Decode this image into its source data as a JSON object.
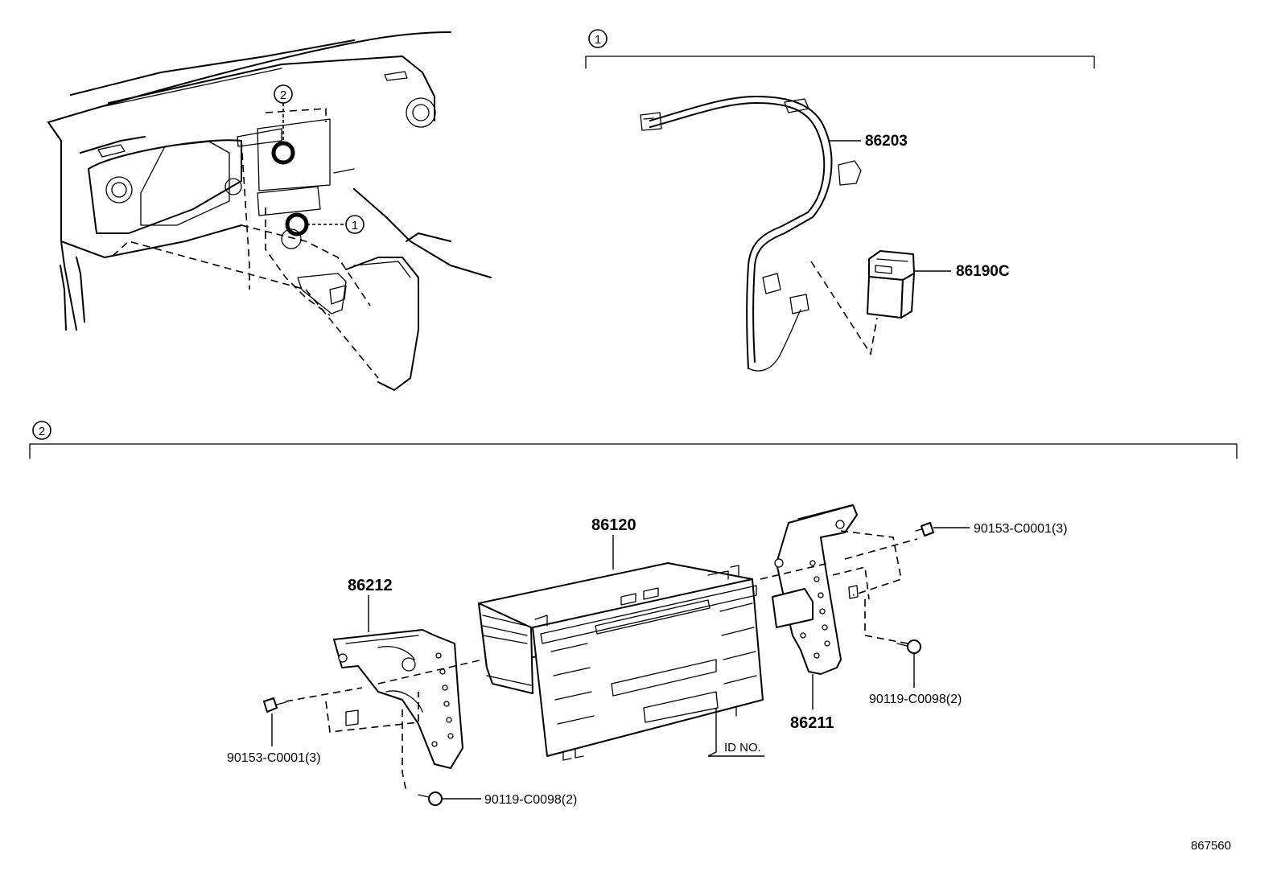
{
  "sections": [
    {
      "id": "1",
      "label": "1"
    },
    {
      "id": "2",
      "label": "2"
    }
  ],
  "overview": {
    "callout_1": "1",
    "callout_2": "2"
  },
  "parts": {
    "p86203": "86203",
    "p86190C": "86190C",
    "p86120": "86120",
    "p86212": "86212",
    "p86211": "86211",
    "screw_right_top": "90153-C0001(3)",
    "screw_left": "90153-C0001(3)",
    "bolt_left": "90119-C0098(2)",
    "bolt_right": "90119-C0098(2)"
  },
  "id_label": "ID NO.",
  "diagram_number": "867560"
}
